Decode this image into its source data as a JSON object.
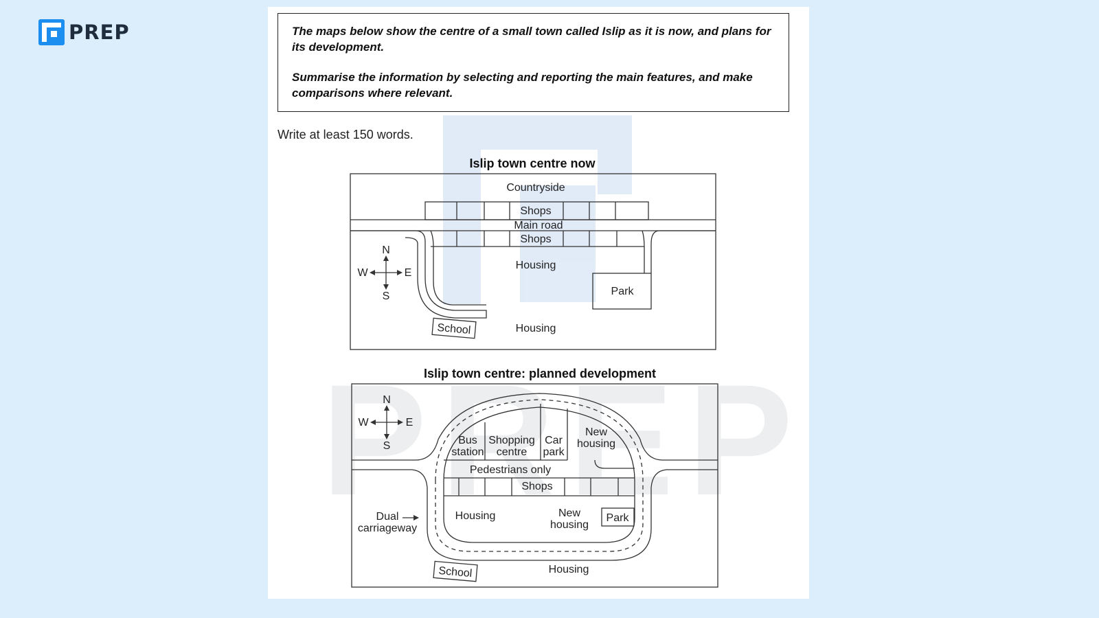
{
  "brand": {
    "name": "PREP",
    "accent": "#1b8ef0"
  },
  "prompt": {
    "line1": "The maps below show the centre of a small town called Islip as it is now, and plans for its development.",
    "line2": "Summarise the information by selecting and reporting the main features, and make comparisons where relevant."
  },
  "instruction": "Write at least 150 words.",
  "map_now": {
    "title": "Islip town centre now",
    "countryside": "Countryside",
    "shops_north": "Shops",
    "main_road": "Main road",
    "shops_south": "Shops",
    "housing_center": "Housing",
    "park": "Park",
    "school": "School",
    "housing_south": "Housing",
    "compass": {
      "n": "N",
      "s": "S",
      "e": "E",
      "w": "W"
    }
  },
  "map_planned": {
    "title": "Islip town centre: planned development",
    "bus_station": [
      "Bus",
      "station"
    ],
    "shopping_centre": [
      "Shopping",
      "centre"
    ],
    "car_park": [
      "Car",
      "park"
    ],
    "new_housing_north": [
      "New",
      "housing"
    ],
    "pedestrians": "Pedestrians only",
    "shops": "Shops",
    "housing": "Housing",
    "new_housing_south": [
      "New",
      "housing"
    ],
    "park": "Park",
    "dual_carriageway": [
      "Dual",
      "carriageway"
    ],
    "school": "School",
    "housing_south": "Housing",
    "compass": {
      "n": "N",
      "s": "S",
      "e": "E",
      "w": "W"
    }
  }
}
